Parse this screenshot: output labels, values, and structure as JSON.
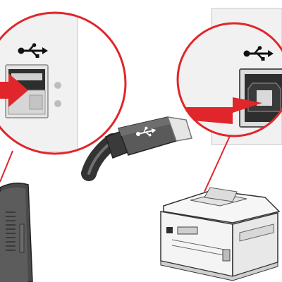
{
  "diagram": {
    "colors": {
      "callout_ring": "#e0262b",
      "leader_line": "#e0262b",
      "arrow": "#e0262b",
      "wall_panel": "#f1f1f1",
      "usb_port_metal": "#d8d8d8",
      "usb_port_dark": "#2e2e2e",
      "cable_body": "#555555",
      "cable_jacket": "#8a8a8a",
      "printer_body": "#f4f4f4",
      "computer_body": "#4a4a4a"
    },
    "icons": {
      "usb_symbol": "usb-trident-icon",
      "arrow": "red-insert-arrow-icon"
    },
    "scene": {
      "left_callout": "computer-usb-a-port-closeup",
      "right_callout": "printer-usb-b-port-closeup",
      "center_object": "usb-cable",
      "bottom_left_device": "computer-tower",
      "bottom_right_device": "inkjet-printer"
    }
  }
}
